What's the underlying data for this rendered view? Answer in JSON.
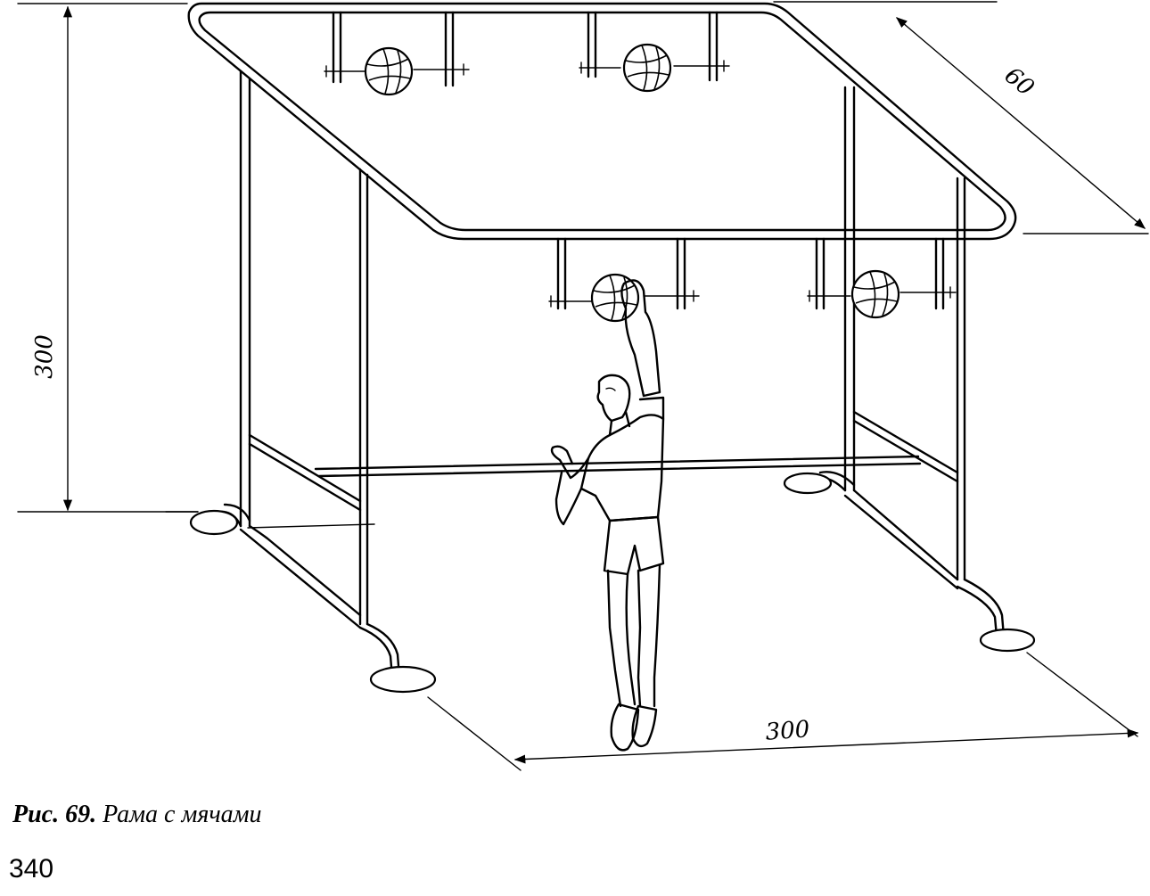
{
  "figure": {
    "dimensions": {
      "height": "300",
      "width": "300",
      "depth": "60"
    }
  },
  "caption": {
    "label": "Рис. 69.",
    "title": "Рама с мячами"
  },
  "page_number": "340"
}
